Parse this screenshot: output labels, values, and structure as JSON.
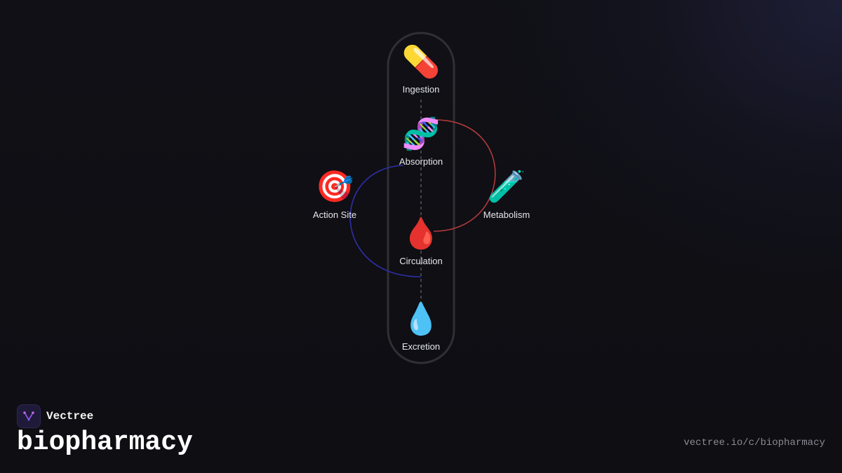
{
  "diagram": {
    "nodes": [
      {
        "id": "ingestion",
        "label": "Ingestion",
        "icon": "pill-icon",
        "emoji": "💊"
      },
      {
        "id": "absorption",
        "label": "Absorption",
        "icon": "dna-icon",
        "emoji": "🧬"
      },
      {
        "id": "action_site",
        "label": "Action Site",
        "icon": "target-icon",
        "emoji": "🎯"
      },
      {
        "id": "metabolism",
        "label": "Metabolism",
        "icon": "test-tube-icon",
        "emoji": "🧪"
      },
      {
        "id": "circulation",
        "label": "Circulation",
        "icon": "blood-drop-icon",
        "emoji": "🩸"
      },
      {
        "id": "excretion",
        "label": "Excretion",
        "icon": "water-drop-icon",
        "emoji": "💧"
      }
    ],
    "edges": [
      {
        "from": "ingestion",
        "to": "absorption",
        "style": "dashed"
      },
      {
        "from": "absorption",
        "to": "circulation",
        "style": "dashed"
      },
      {
        "from": "circulation",
        "to": "excretion",
        "style": "dashed"
      },
      {
        "from": "absorption",
        "to": "circulation",
        "via": "action_site",
        "style": "curve",
        "color": "#2f2fa8"
      },
      {
        "from": "absorption",
        "to": "circulation",
        "via": "metabolism",
        "style": "curve",
        "color": "#b03a3a"
      }
    ],
    "colors": {
      "capsule_border": "#2f2f34",
      "dashed_line": "#55555c",
      "action_curve": "#2f2fa8",
      "metabolism_curve": "#b03a3a"
    }
  },
  "footer": {
    "brand_name": "Vectree",
    "brand_icon": "vectree-logo-icon",
    "course_title": "biopharmacy",
    "url": "vectree.io/c/biopharmacy"
  }
}
